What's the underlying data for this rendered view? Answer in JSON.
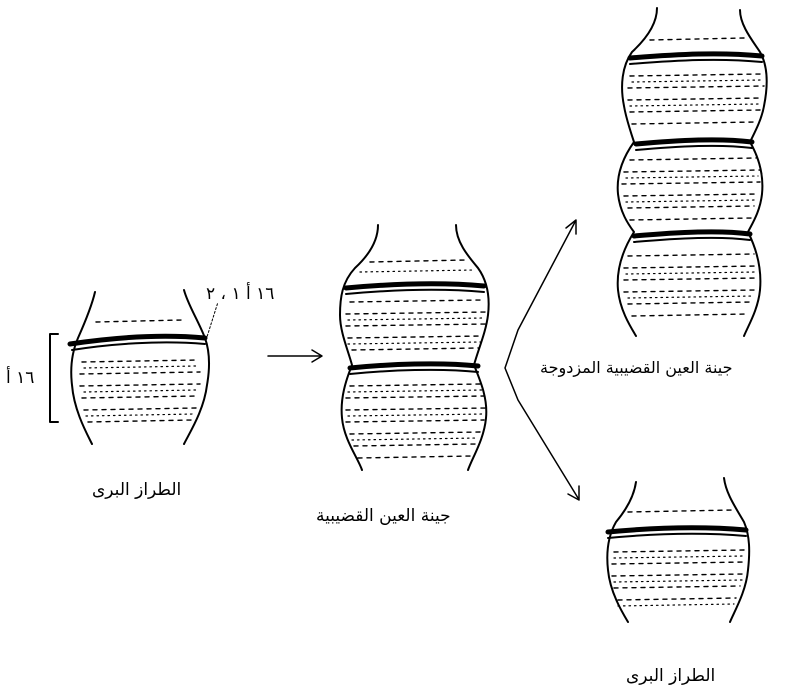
{
  "labels": {
    "wild_type_left": "الطراز البرى",
    "bar_eye_gene": "جينة العين القضيبية",
    "double_bar_gene": "جينة العين القضيبية المزدوجة",
    "wild_type_bottom": "الطراز البرى",
    "band_code": "١٦ أ ١ ، ٢",
    "region_code": "١٦ أ"
  },
  "colors": {
    "ink": "#000000",
    "background": "#ffffff"
  }
}
